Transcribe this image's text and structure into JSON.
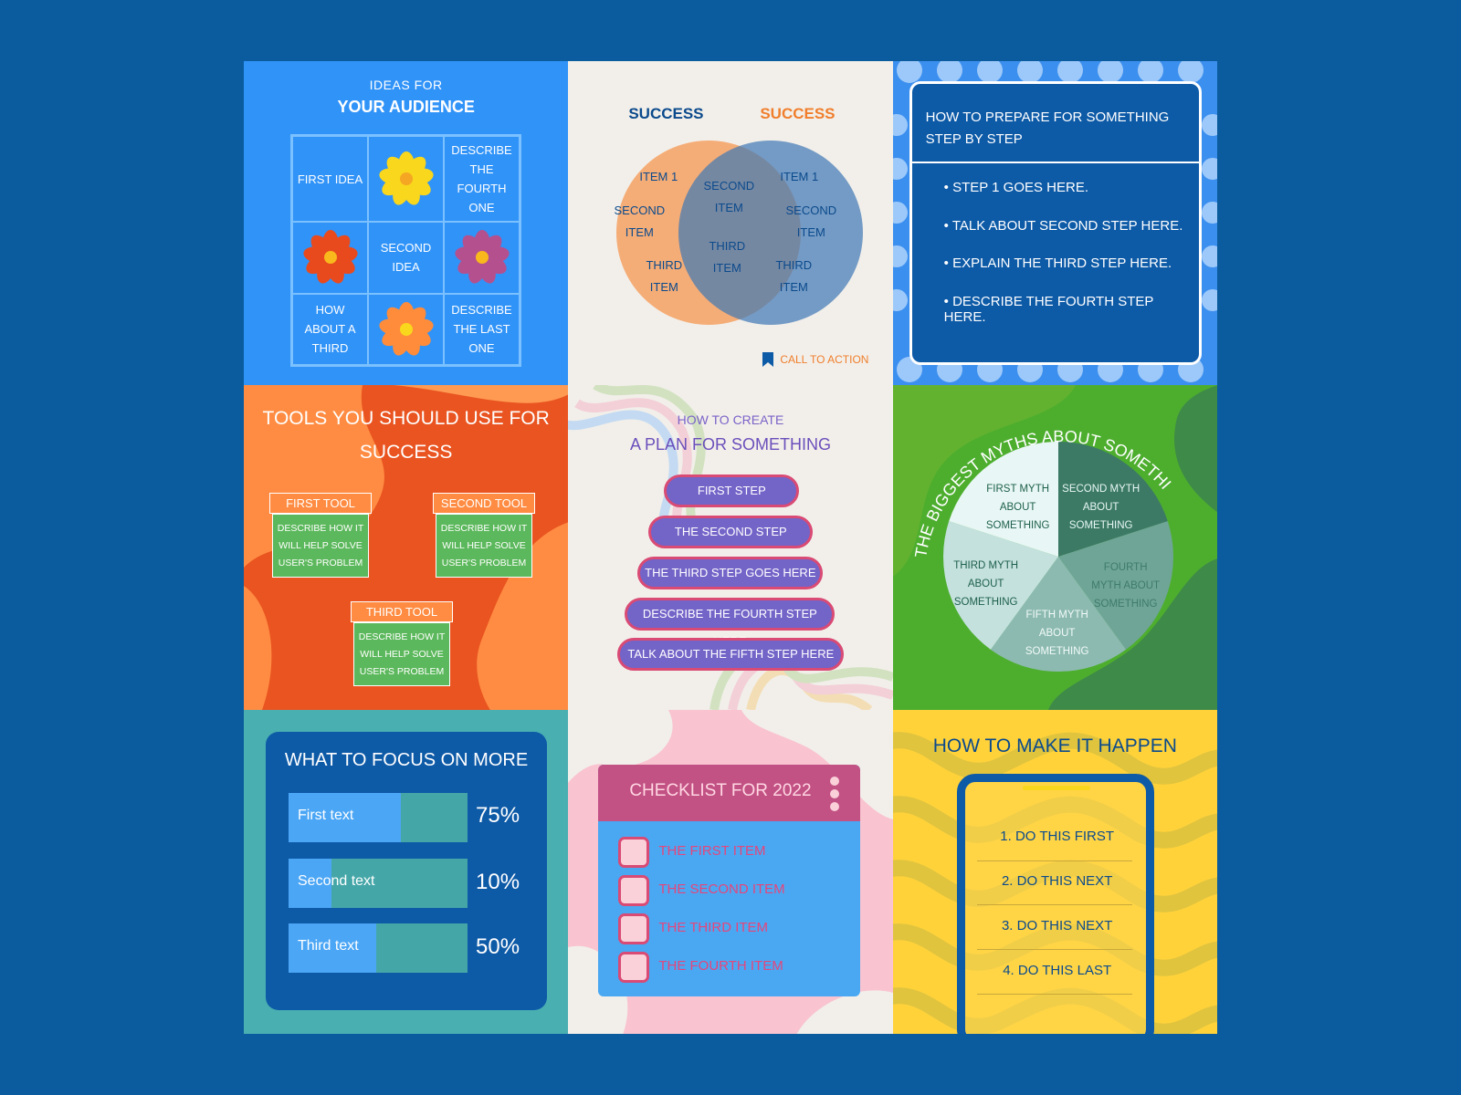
{
  "tile1": {
    "subtitle": "IDEAS FOR",
    "title": "YOUR AUDIENCE",
    "cells": [
      "FIRST IDEA",
      "DESCRIBE THE FOURTH ONE",
      "SECOND IDEA",
      "HOW ABOUT A THIRD",
      "DESCRIBE THE LAST ONE"
    ]
  },
  "tile2": {
    "left_label": "SUCCESS",
    "right_label": "SUCCESS",
    "left_items": [
      "ITEM 1",
      "SECOND ITEM",
      "THIRD ITEM"
    ],
    "middle_items": [
      "SECOND ITEM",
      "THIRD ITEM"
    ],
    "right_items": [
      "ITEM 1",
      "SECOND ITEM",
      "THIRD ITEM"
    ],
    "cta": "CALL TO ACTION",
    "colors": {
      "left": "#F5A56A",
      "right": "#3E78B5",
      "left_label": "#0B4A8C",
      "right_label": "#F07E2C"
    }
  },
  "tile3": {
    "heading": "HOW TO PREPARE FOR SOMETHING STEP BY STEP",
    "steps": [
      "STEP 1 GOES HERE.",
      "TALK ABOUT SECOND STEP HERE.",
      "EXPLAIN THE THIRD STEP HERE.",
      "DESCRIBE THE FOURTH STEP HERE."
    ]
  },
  "tile4": {
    "title": "TOOLS YOU SHOULD USE FOR SUCCESS",
    "tools": [
      {
        "name": "FIRST TOOL",
        "desc": "DESCRIBE HOW IT WILL HELP SOLVE USER'S PROBLEM"
      },
      {
        "name": "SECOND TOOL",
        "desc": "DESCRIBE HOW IT WILL HELP SOLVE USER'S PROBLEM"
      },
      {
        "name": "THIRD TOOL",
        "desc": "DESCRIBE HOW IT WILL HELP SOLVE USER'S PROBLEM"
      }
    ]
  },
  "tile5": {
    "subtitle": "HOW TO CREATE",
    "title": "A PLAN FOR SOMETHING",
    "steps": [
      "FIRST STEP",
      "THE SECOND STEP",
      "THE THIRD STEP GOES HERE",
      "DESCRIBE THE FOURTH STEP HERE",
      "TALK ABOUT THE FIFTH STEP HERE"
    ]
  },
  "tile6": {
    "title": "THE BIGGEST MYTHS ABOUT SOMETHING",
    "myths": [
      "FIRST MYTH ABOUT SOMETHING",
      "SECOND MYTH ABOUT SOMETHING",
      "THIRD MYTH ABOUT SOMETHING",
      "FOURTH MYTH ABOUT SOMETHING",
      "FIFTH MYTH ABOUT SOMETHING"
    ]
  },
  "tile7": {
    "title": "WHAT TO FOCUS ON MORE",
    "bars": [
      {
        "label": "First text",
        "value": 75,
        "display": "75%"
      },
      {
        "label": "Second text",
        "value": 10,
        "display": "10%"
      },
      {
        "label": "Third text",
        "value": 50,
        "display": "50%"
      }
    ]
  },
  "tile8": {
    "title": "CHECKLIST FOR 2022",
    "items": [
      "THE FIRST ITEM",
      "THE SECOND ITEM",
      "THE THIRD ITEM",
      "THE FOURTH ITEM"
    ]
  },
  "tile9": {
    "title": "HOW TO MAKE IT HAPPEN",
    "steps": [
      "1. DO THIS FIRST",
      "2. DO THIS NEXT",
      "3. DO THIS NEXT",
      "4. DO THIS LAST"
    ]
  }
}
